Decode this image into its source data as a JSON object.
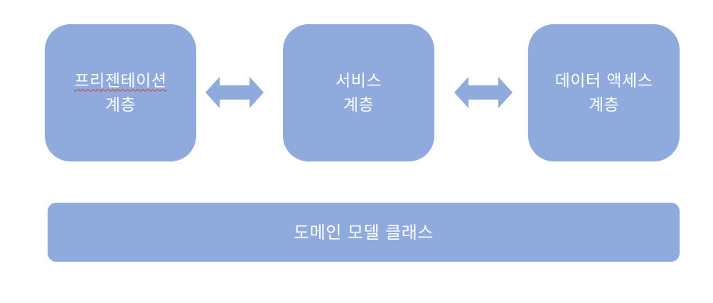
{
  "colors": {
    "box_fill": "#8faadc",
    "text": "#ffffff",
    "arrow_fill": "#8faadc"
  },
  "layers": {
    "presentation": {
      "line1": "프리젠테이션",
      "line2": "계층"
    },
    "service": {
      "line1": "서비스",
      "line2": "계층"
    },
    "data_access": {
      "line1": "데이터 액세스",
      "line2": "계층"
    }
  },
  "domain": {
    "label": "도메인 모델 클래스"
  },
  "arrows": [
    {
      "name": "presentation-service-arrow",
      "direction": "bidirectional"
    },
    {
      "name": "service-data-access-arrow",
      "direction": "bidirectional"
    }
  ]
}
